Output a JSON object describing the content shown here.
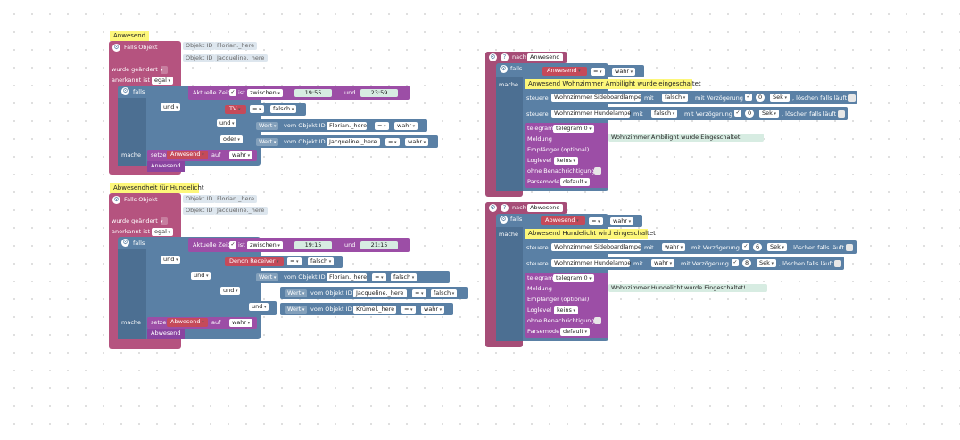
{
  "block1": {
    "comment": "Anwesend",
    "falls_objekt": "Falls Objekt",
    "objekt_id": "Objekt ID",
    "obj1": "Florian._here",
    "obj2": "Jacqueline._here",
    "wurde_geaendert": "wurde geändert",
    "anerkannt_ist": "anerkannt ist",
    "egal": "egal",
    "falls": "falls",
    "und": "und",
    "aktuelle_zeit": "Aktuelle Zeit",
    "ist": "ist",
    "zwischen": "zwischen",
    "t1": "19:55",
    "t2": "23:59",
    "und_label": "und",
    "tv": "TV",
    "eq": "=",
    "falsch": "falsch",
    "oder": "oder",
    "wert": "Wert",
    "vom_objekt_id": "vom Objekt ID",
    "v1": "Florian._here",
    "v2": "Jacqueline._here",
    "wahr": "wahr",
    "mache": "mache",
    "setze": "setze",
    "var": "Anwesend",
    "auf": "auf",
    "var_out": "Anwesend"
  },
  "block2": {
    "comment": "Abwesendheit für Hundelicht",
    "falls_objekt": "Falls Objekt",
    "objekt_id": "Objekt ID",
    "obj1": "Florian._here",
    "obj2": "Jacqueline._here",
    "wurde_geaendert": "wurde geändert",
    "anerkannt_ist": "anerkannt ist",
    "egal": "egal",
    "falls": "falls",
    "und": "und",
    "aktuelle_zeit": "Aktuelle Zeit",
    "ist": "ist",
    "zwischen": "zwischen",
    "t1": "19:15",
    "t2": "21:15",
    "und_label": "und",
    "denon": "Denon Receiver",
    "eq": "=",
    "falsch": "falsch",
    "wert": "Wert",
    "vom_objekt_id": "vom Objekt ID",
    "v1": "Florian._here",
    "v2": "Jacqueline._here",
    "v3": "Krümel._here",
    "wahr": "wahr",
    "mache": "mache",
    "setze": "setze",
    "var": "Abwesend",
    "auf": "auf",
    "var_out": "Abwesend"
  },
  "block3": {
    "nach": "nach",
    "var": "Anwesend",
    "falls": "falls",
    "eq": "=",
    "wahr": "wahr",
    "mache": "mache",
    "comment": "Anwesend Wohnzimmer Ambilight wurde eingeschaltet",
    "steuere": "steuere",
    "dev1": "Wohnzimmer Sideboardlampe",
    "dev2": "Wohnzimmer Hundelampe",
    "mit": "mit",
    "falsch": "falsch",
    "mit_verz": "mit Verzögerung",
    "d1": "0",
    "d2": "0",
    "sek": "Sek",
    "loeschen": ", löschen falls läuft",
    "telegram": "telegram",
    "telegram_inst": "telegram.0",
    "meldung": "Meldung",
    "msg": "Wohnzimmer Ambilight wurde Eingeschaltet!",
    "empfaenger": "Empfänger (optional)",
    "loglevel": "Loglevel",
    "keins": "keins",
    "ohne": "ohne Benachrichtigung",
    "parsemode": "Parsemode",
    "default": "default"
  },
  "block4": {
    "nach": "nach",
    "var": "Abwesend",
    "falls": "falls",
    "eq": "=",
    "wahr": "wahr",
    "mache": "mache",
    "comment": "Abwesend Hundelicht wird eingeschaltet",
    "steuere": "steuere",
    "dev1": "Wohnzimmer Sideboardlampe",
    "dev2": "Wohnzimmer Hundelampe",
    "mit": "mit",
    "wahr2": "wahr",
    "mit_verz": "mit Verzögerung",
    "d1": "6",
    "d2": "8",
    "sek": "Sek",
    "loeschen": ", löschen falls läuft",
    "telegram": "telegram",
    "telegram_inst": "telegram.0",
    "meldung": "Meldung",
    "msg": "Wohnzimmer Hundelicht wurde Eingeschaltet!",
    "empfaenger": "Empfänger (optional)",
    "loglevel": "Loglevel",
    "keins": "keins",
    "ohne": "ohne Benachrichtigung",
    "parsemode": "Parsemode",
    "default": "default"
  },
  "icons": {
    "gear": "⚙",
    "question": "?",
    "check": "✓",
    "quote": "❝"
  }
}
